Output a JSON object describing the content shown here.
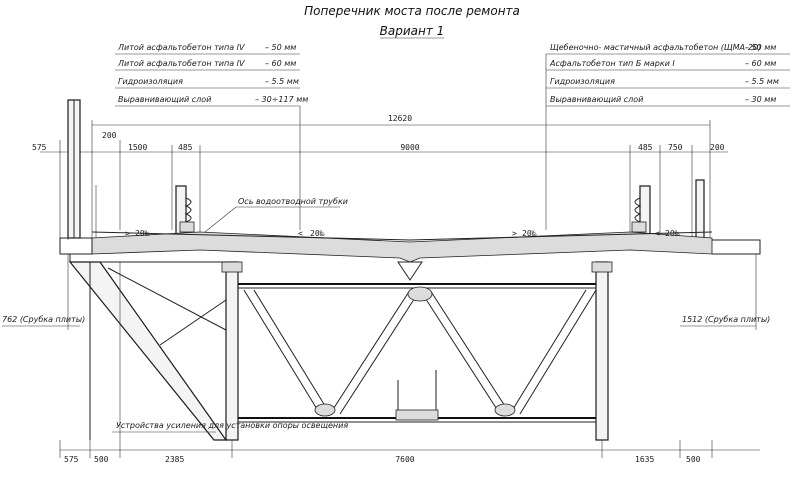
{
  "title": {
    "line1": "Поперечник моста после ремонта",
    "line2": "Вариант 1"
  },
  "layers_left": [
    {
      "name": "Литой асфальтобетон типа IV",
      "value": "– 50 мм"
    },
    {
      "name": "Литой асфальтобетон типа IV",
      "value": "– 60 мм"
    },
    {
      "name": "Гидроизоляция",
      "value": "– 5.5 мм"
    },
    {
      "name": "Выравнивающий слой",
      "value": "– 30÷117 мм"
    }
  ],
  "layers_right": [
    {
      "name": "Щебеночно- мастичный асфальтобетон (ЩМА-20)",
      "value": "– 50 мм"
    },
    {
      "name": "Асфальтобетон тип Б марки I",
      "value": "– 60 мм"
    },
    {
      "name": "Гидроизоляция",
      "value": "– 5.5 мм"
    },
    {
      "name": "Выравнивающий слой",
      "value": "– 30 мм"
    }
  ],
  "dimensions": {
    "total": "12620",
    "top_575": "575",
    "top_200_left": "200",
    "top_1500": "1500",
    "top_485_left": "485",
    "top_9000": "9000",
    "top_485_right": "485",
    "top_750": "750",
    "top_200_right": "200",
    "bot_575": "575",
    "bot_500_left": "500",
    "bot_2385": "2385",
    "bot_7600": "7600",
    "bot_1635": "1635",
    "bot_500_right": "500"
  },
  "slopes": {
    "s1": "20‰",
    "s2": "20‰",
    "s3": "20‰",
    "s4": "20‰"
  },
  "annotations": {
    "drain_axis": "Ось водоотводной трубки",
    "left_cut": "762 (Срубка плиты)",
    "right_cut": "1512 (Срубка плиты)",
    "lighting": "Устройства усиления для установки опоры освещения"
  }
}
